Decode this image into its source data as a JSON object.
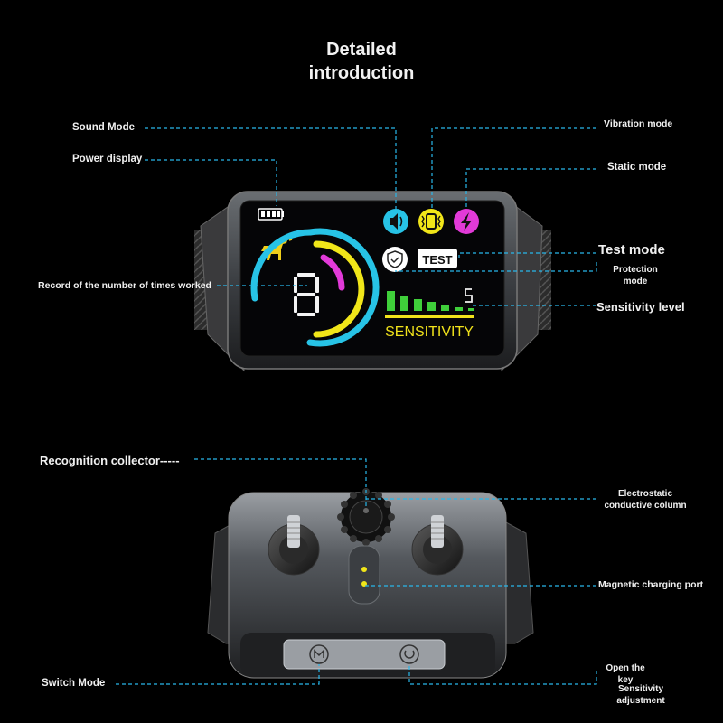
{
  "title_line1": "Detailed",
  "title_line2": "introduction",
  "labels": {
    "sound_mode": "Sound Mode",
    "power_display": "Power display",
    "record_times": "Record of the number of times worked",
    "vibration_mode": "Vibration mode",
    "static_mode": "Static mode",
    "test_mode": "Test mode",
    "protection_mode_1": "Protection",
    "protection_mode_2": "mode",
    "sensitivity_level": "Sensitivity level",
    "recognition_collector": "Recognition collector-----",
    "electrostatic_1": "Electrostatic",
    "electrostatic_2": "conductive column",
    "magnetic_port": "Magnetic charging port",
    "switch_mode": "Switch Mode",
    "open_key_1": "Open the",
    "open_key_2": "key",
    "sens_adjust_1": "Sensitivity",
    "sens_adjust_2": "adjustment"
  },
  "screen": {
    "test_badge": "TEST",
    "sensitivity_text": "SENSITIVITY",
    "counter_digit": "8",
    "level_digit": "5"
  },
  "colors": {
    "accent_line": "#28b7ea",
    "sound_icon": "#27c3e6",
    "vibration_icon": "#f1e619",
    "static_icon": "#e23ad8",
    "bars": "#3fcf3a",
    "sensitivity_text": "#f0e21b"
  },
  "icons": [
    "battery-icon",
    "dog-icon",
    "speaker-icon",
    "vibration-icon",
    "lightning-icon",
    "shield-icon",
    "m-button-icon",
    "power-button-icon"
  ]
}
